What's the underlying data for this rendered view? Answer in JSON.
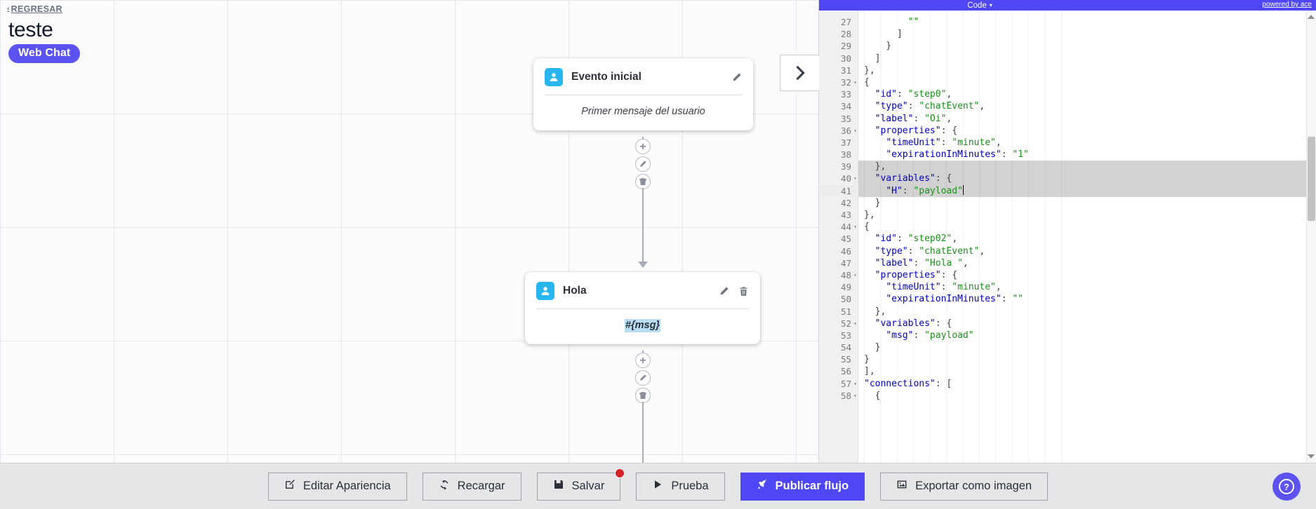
{
  "header": {
    "back_label": "REGRESAR",
    "back_chevron": "‹",
    "flow_title": "teste",
    "channel_badge": "Web Chat",
    "badge_color": "#5b52f0"
  },
  "canvas": {
    "nodes": [
      {
        "icon": "user-icon",
        "title": "Evento inicial",
        "body_text": "Primer mensaje del usuario",
        "body_style": "placeholder",
        "actions": [
          "edit-icon"
        ]
      },
      {
        "icon": "user-icon",
        "title": "Hola",
        "body_text": "#{msg}",
        "body_style": "token",
        "actions": [
          "edit-icon",
          "delete-icon"
        ]
      }
    ],
    "connector_buttons": [
      "plus-icon",
      "pencil-icon",
      "trash-icon"
    ]
  },
  "code_panel": {
    "bar_title": "Code",
    "bar_caret": "▾",
    "credit": "powered by ace",
    "bar_color": "#4f46f5",
    "lines": [
      {
        "n": 27,
        "fold": "",
        "text": "        \"\"",
        "hl": "none"
      },
      {
        "n": 28,
        "fold": "",
        "text": "      ]",
        "hl": "none"
      },
      {
        "n": 29,
        "fold": "",
        "text": "    }",
        "hl": "none"
      },
      {
        "n": 30,
        "fold": "",
        "text": "  ]",
        "hl": "none"
      },
      {
        "n": 31,
        "fold": "",
        "text": "},",
        "hl": "none"
      },
      {
        "n": 32,
        "fold": "▾",
        "text": "{",
        "hl": "none"
      },
      {
        "n": 33,
        "fold": "",
        "text": "  \"id\": \"step0\",",
        "hl": "none"
      },
      {
        "n": 34,
        "fold": "",
        "text": "  \"type\": \"chatEvent\",",
        "hl": "none"
      },
      {
        "n": 35,
        "fold": "",
        "text": "  \"label\": \"Oi\",",
        "hl": "none"
      },
      {
        "n": 36,
        "fold": "▾",
        "text": "  \"properties\": {",
        "hl": "none"
      },
      {
        "n": 37,
        "fold": "",
        "text": "    \"timeUnit\": \"minute\",",
        "hl": "none"
      },
      {
        "n": 38,
        "fold": "",
        "text": "    \"expirationInMinutes\": \"1\"",
        "hl": "none"
      },
      {
        "n": 39,
        "fold": "",
        "text": "  },",
        "hl": "block"
      },
      {
        "n": 40,
        "fold": "▾",
        "text": "  \"variables\": {",
        "hl": "block"
      },
      {
        "n": 41,
        "fold": "",
        "text": "    \"H\": \"payload\"",
        "hl": "active"
      },
      {
        "n": 42,
        "fold": "",
        "text": "  }",
        "hl": "none"
      },
      {
        "n": 43,
        "fold": "",
        "text": "},",
        "hl": "none"
      },
      {
        "n": 44,
        "fold": "▾",
        "text": "{",
        "hl": "none"
      },
      {
        "n": 45,
        "fold": "",
        "text": "  \"id\": \"step02\",",
        "hl": "none"
      },
      {
        "n": 46,
        "fold": "",
        "text": "  \"type\": \"chatEvent\",",
        "hl": "none"
      },
      {
        "n": 47,
        "fold": "",
        "text": "  \"label\": \"Hola \",",
        "hl": "none"
      },
      {
        "n": 48,
        "fold": "▾",
        "text": "  \"properties\": {",
        "hl": "none"
      },
      {
        "n": 49,
        "fold": "",
        "text": "    \"timeUnit\": \"minute\",",
        "hl": "none"
      },
      {
        "n": 50,
        "fold": "",
        "text": "    \"expirationInMinutes\": \"\"",
        "hl": "none"
      },
      {
        "n": 51,
        "fold": "",
        "text": "  },",
        "hl": "none"
      },
      {
        "n": 52,
        "fold": "▾",
        "text": "  \"variables\": {",
        "hl": "none"
      },
      {
        "n": 53,
        "fold": "",
        "text": "    \"msg\": \"payload\"",
        "hl": "none"
      },
      {
        "n": 54,
        "fold": "",
        "text": "  }",
        "hl": "none"
      },
      {
        "n": 55,
        "fold": "",
        "text": "}",
        "hl": "none"
      },
      {
        "n": 56,
        "fold": "",
        "text": "],",
        "hl": "none"
      },
      {
        "n": 57,
        "fold": "▾",
        "text": "\"connections\": [",
        "hl": "none"
      },
      {
        "n": 58,
        "fold": "▾",
        "text": "  {",
        "hl": "none"
      }
    ],
    "caret_line": 41
  },
  "toolbar": {
    "buttons": [
      {
        "label": "Editar Apariencia",
        "icon": "pencil-square-icon",
        "primary": false,
        "badge": false
      },
      {
        "label": "Recargar",
        "icon": "refresh-icon",
        "primary": false,
        "badge": false
      },
      {
        "label": "Salvar",
        "icon": "save-disk-icon",
        "primary": false,
        "badge": true
      },
      {
        "label": "Prueba",
        "icon": "play-icon",
        "primary": false,
        "badge": false
      },
      {
        "label": "Publicar flujo",
        "icon": "rocket-icon",
        "primary": true,
        "badge": false
      },
      {
        "label": "Exportar como imagen",
        "icon": "image-icon",
        "primary": false,
        "badge": false
      }
    ],
    "badge_color": "#d6232a",
    "primary_color": "#4f46f5",
    "help_label": "?"
  }
}
